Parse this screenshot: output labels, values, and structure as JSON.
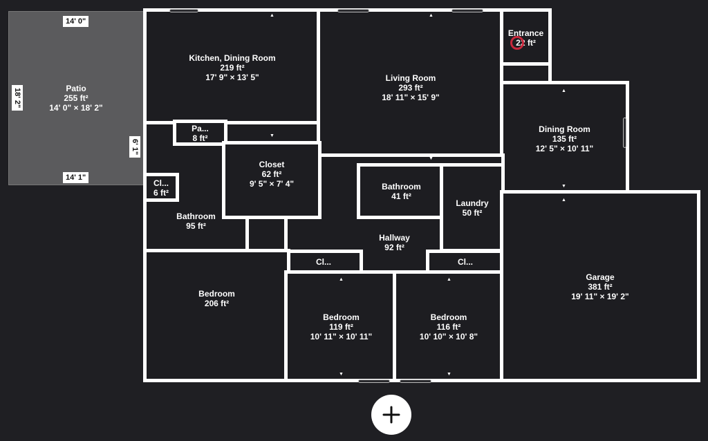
{
  "patio": {
    "name": "Patio",
    "area": "255 ft²",
    "dims": "14' 0\" × 18' 2\"",
    "top_dim": "14' 0\"",
    "bottom_dim": "14' 1\"",
    "left_dim": "18' 2\"",
    "right_dim": "6' 1\""
  },
  "rooms": {
    "kitchen": {
      "name": "Kitchen, Dining Room",
      "area": "219 ft²",
      "dims": "17' 9\" × 13' 5\""
    },
    "living": {
      "name": "Living Room",
      "area": "293 ft²",
      "dims": "18' 11\" × 15' 9\""
    },
    "entrance": {
      "name": "Entrance",
      "area": "22 ft²"
    },
    "dining": {
      "name": "Dining Room",
      "area": "135 ft²",
      "dims": "12' 5\" × 10' 11\""
    },
    "pantry": {
      "name": "Pa...",
      "area": "8 ft²"
    },
    "closet": {
      "name": "Closet",
      "area": "62 ft²",
      "dims": "9' 5\" × 7' 4\""
    },
    "closet_small": {
      "name": "Cl...",
      "area": "6 ft²"
    },
    "bathroom_left": {
      "name": "Bathroom",
      "area": "95 ft²"
    },
    "bathroom_mid": {
      "name": "Bathroom",
      "area": "41 ft²"
    },
    "laundry": {
      "name": "Laundry",
      "area": "50 ft²"
    },
    "hallway": {
      "name": "Hallway",
      "area": "92 ft²"
    },
    "closet_a": {
      "name": "Cl..."
    },
    "closet_b": {
      "name": "Cl..."
    },
    "bedroom_left": {
      "name": "Bedroom",
      "area": "206 ft²"
    },
    "bedroom_mid": {
      "name": "Bedroom",
      "area": "119 ft²",
      "dims": "10' 11\" × 10' 11\""
    },
    "bedroom_right": {
      "name": "Bedroom",
      "area": "116 ft²",
      "dims": "10' 10\" × 10' 8\""
    },
    "garage": {
      "name": "Garage",
      "area": "381 ft²",
      "dims": "19' 11\" × 19' 2\""
    }
  },
  "controls": {
    "add_icon": "plus-icon"
  },
  "colors": {
    "background": "#1f1f23",
    "wall": "#ffffff",
    "patio": "#5b5b5d",
    "marker": "#c8283c"
  }
}
